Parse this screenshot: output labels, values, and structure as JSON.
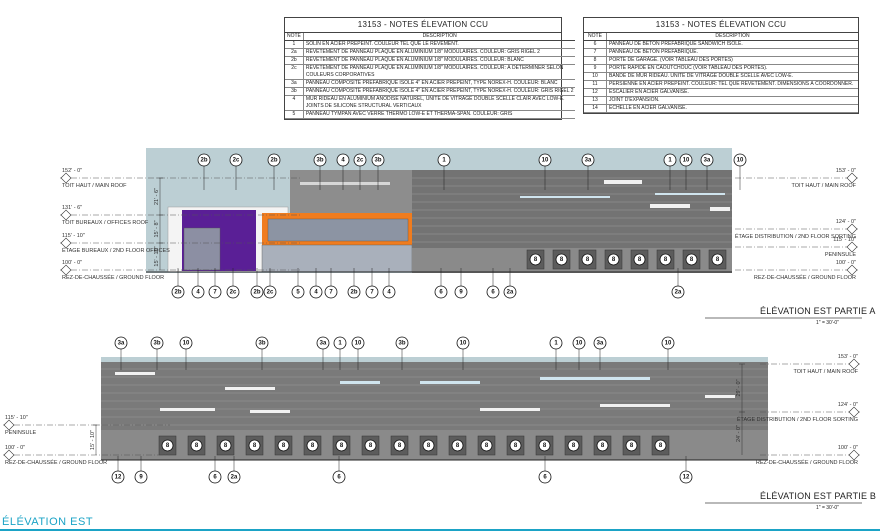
{
  "notes_left": {
    "title": "13153 - NOTES ÉLEVATION CCU",
    "col_note": "NOTE",
    "col_desc": "DESCRIPTION",
    "rows": [
      {
        "note": "1",
        "desc": "SOLIN EN ACIER PRÉPEINT. COULEUR TEL QUE LE REVÊMENT."
      },
      {
        "note": "2a",
        "desc": "REVÊTEMENT DE PANNEAU PLAQUE EN ALUMINIUM 1/8\" MODULAIRES. COULEUR: GRIS RIGEL 2"
      },
      {
        "note": "2b",
        "desc": "REVÊTEMENT DE PANNEAU PLAQUE EN ALUMINIUM 1/8\" MODULAIRES. COULEUR: BLANC"
      },
      {
        "note": "2c",
        "desc": "REVÊTEMENT DE PANNEAU PLAQUE EN ALUMINIUM 1/8\" MODULAIRES. COULEUR: À DÉTERMINER SELON COULEURS CORPORATIVES"
      },
      {
        "note": "3a",
        "desc": "PANNEAU COMPOSITE PRÉFABRIQUE ISOLÉ 4\" EN ACIER PRÉPEINT, TYPE NOREX-H. COULEUR: BLANC"
      },
      {
        "note": "3b",
        "desc": "PANNEAU COMPOSITE PRÉFABRIQUE ISOLÉ 4\" EN ACIER PRÉPEINT, TYPE NOREX-H. COULEUR: GRIS RIGEL 2"
      },
      {
        "note": "4",
        "desc": "MUR RIDEAU EN ALUMINIUM ANODISÉ NATUREL, UNITÉ DE VITRAGE DOUBLE SCELLÉ CLAIR AVEC LOW-E. JOINTS DE SILICONE STRUCTURAL VERTICAUX"
      },
      {
        "note": "5",
        "desc": "PANNEAU TYMPAN AVEC VERRE THERMO LOW-E ET THERMA-SPAN. COULEUR: GRIS"
      }
    ]
  },
  "notes_right": {
    "title": "13153 - NOTES ÉLEVATION CCU",
    "col_note": "NOTE",
    "col_desc": "DESCRIPTION",
    "rows": [
      {
        "note": "6",
        "desc": "PANNEAU DE BÉTON PRÉFABRIQUÉ SANDWICH ISOLÉ."
      },
      {
        "note": "7",
        "desc": "PANNEAU DE BÉTON PRÉFABRIQUÉ."
      },
      {
        "note": "8",
        "desc": "PORTE DE GARAGE. (VOIR TABLEAU DES PORTES)"
      },
      {
        "note": "9",
        "desc": "PORTE RAPIDE EN CAOUTCHOUC (VOIR TABLEAU DES PORTES)."
      },
      {
        "note": "10",
        "desc": "BANDE DE MUR RIDEAU. UNITÉ DE VITRAGE DOUBLE SCELLÉ AVEC LOW-E."
      },
      {
        "note": "11",
        "desc": "PERSIENNE EN ACIER PRÉPEINT. COULEUR: TEL QUE REVÊTEMENT. DIMENSIONS À COORDONNER."
      },
      {
        "note": "12",
        "desc": "ESCALIER EN ACIER GALVANISÉ."
      },
      {
        "note": "13",
        "desc": "JOINT D'EXPANSION."
      },
      {
        "note": "14",
        "desc": "ÉCHELLE EN ACIER GALVANISÉ."
      }
    ]
  },
  "elevation_a": {
    "title": "ÉLÉVATION EST PARTIE A",
    "scale": "1\" = 30'-0\"",
    "levels_left": [
      {
        "value": "152' - 0\"",
        "name": "TOIT HAUT / MAIN ROOF"
      },
      {
        "value": "131' - 6\"",
        "name": "TOIT BUREAUX / OFFICES ROOF"
      },
      {
        "value": "115' - 10\"",
        "name": "ÉTAGE BUREAUX / 2ND FLOOR OFFICES"
      },
      {
        "value": "100' - 0\"",
        "name": "REZ-DE-CHAUSSÉE / GROUND FLOOR"
      }
    ],
    "levels_right": [
      {
        "value": "153' - 0\"",
        "name": "TOIT HAUT / MAIN ROOF"
      },
      {
        "value": "124' - 0\"",
        "name": "ÉTAGE DISTRIBUTION / 2ND FLOOR SORTING"
      },
      {
        "value": "115' - 10\"",
        "name": "PENINSULE"
      },
      {
        "value": "100' - 0\"",
        "name": "REZ-DE-CHAUSSÉE / GROUND FLOOR"
      }
    ],
    "dims": [
      "21' - 6\"",
      "15' - 8\"",
      "15' - 10\""
    ],
    "tags_top": [
      "2b",
      "2c",
      "2b",
      "3b",
      "4",
      "2c",
      "3b",
      "1",
      "10",
      "3a",
      "1",
      "10",
      "3a",
      "10"
    ],
    "tags_bottom": [
      "2b",
      "4",
      "7",
      "2c",
      "2b",
      "2c",
      "5",
      "4",
      "7",
      "2b",
      "7",
      "4",
      "6",
      "9",
      "6",
      "2a",
      "2a"
    ],
    "door_tag": "8"
  },
  "elevation_b": {
    "title": "ÉLÉVATION EST PARTIE B",
    "scale": "1\" = 30'-0\"",
    "levels_left": [
      {
        "value": "115' - 10\"",
        "name": "PENINSULE"
      },
      {
        "value": "100' - 0\"",
        "name": "REZ-DE-CHAUSSÉE / GROUND FLOOR"
      }
    ],
    "levels_right": [
      {
        "value": "153' - 0\"",
        "name": "TOIT HAUT / MAIN ROOF"
      },
      {
        "value": "124' - 0\"",
        "name": "ÉTAGE DISTRIBUTION / 2ND FLOOR SORTING"
      },
      {
        "value": "100' - 0\"",
        "name": "REZ-DE-CHAUSSÉE / GROUND FLOOR"
      }
    ],
    "dims": [
      "15' - 10\"",
      "29' - 0\"",
      "24' - 0\""
    ],
    "tags_top": [
      "3a",
      "3b",
      "10",
      "3b",
      "3a",
      "1",
      "10",
      "3b",
      "10",
      "1",
      "10",
      "3a",
      "10"
    ],
    "tags_bottom": [
      "12",
      "9",
      "6",
      "2a",
      "6",
      "6",
      "12"
    ],
    "door_tag": "8"
  },
  "main_title": "ÉLÉVATION EST",
  "colors": {
    "accent": "#1ba3c6",
    "purple": "#5a1f96",
    "orange": "#f07c1e",
    "sky": "#b9cdd3"
  }
}
